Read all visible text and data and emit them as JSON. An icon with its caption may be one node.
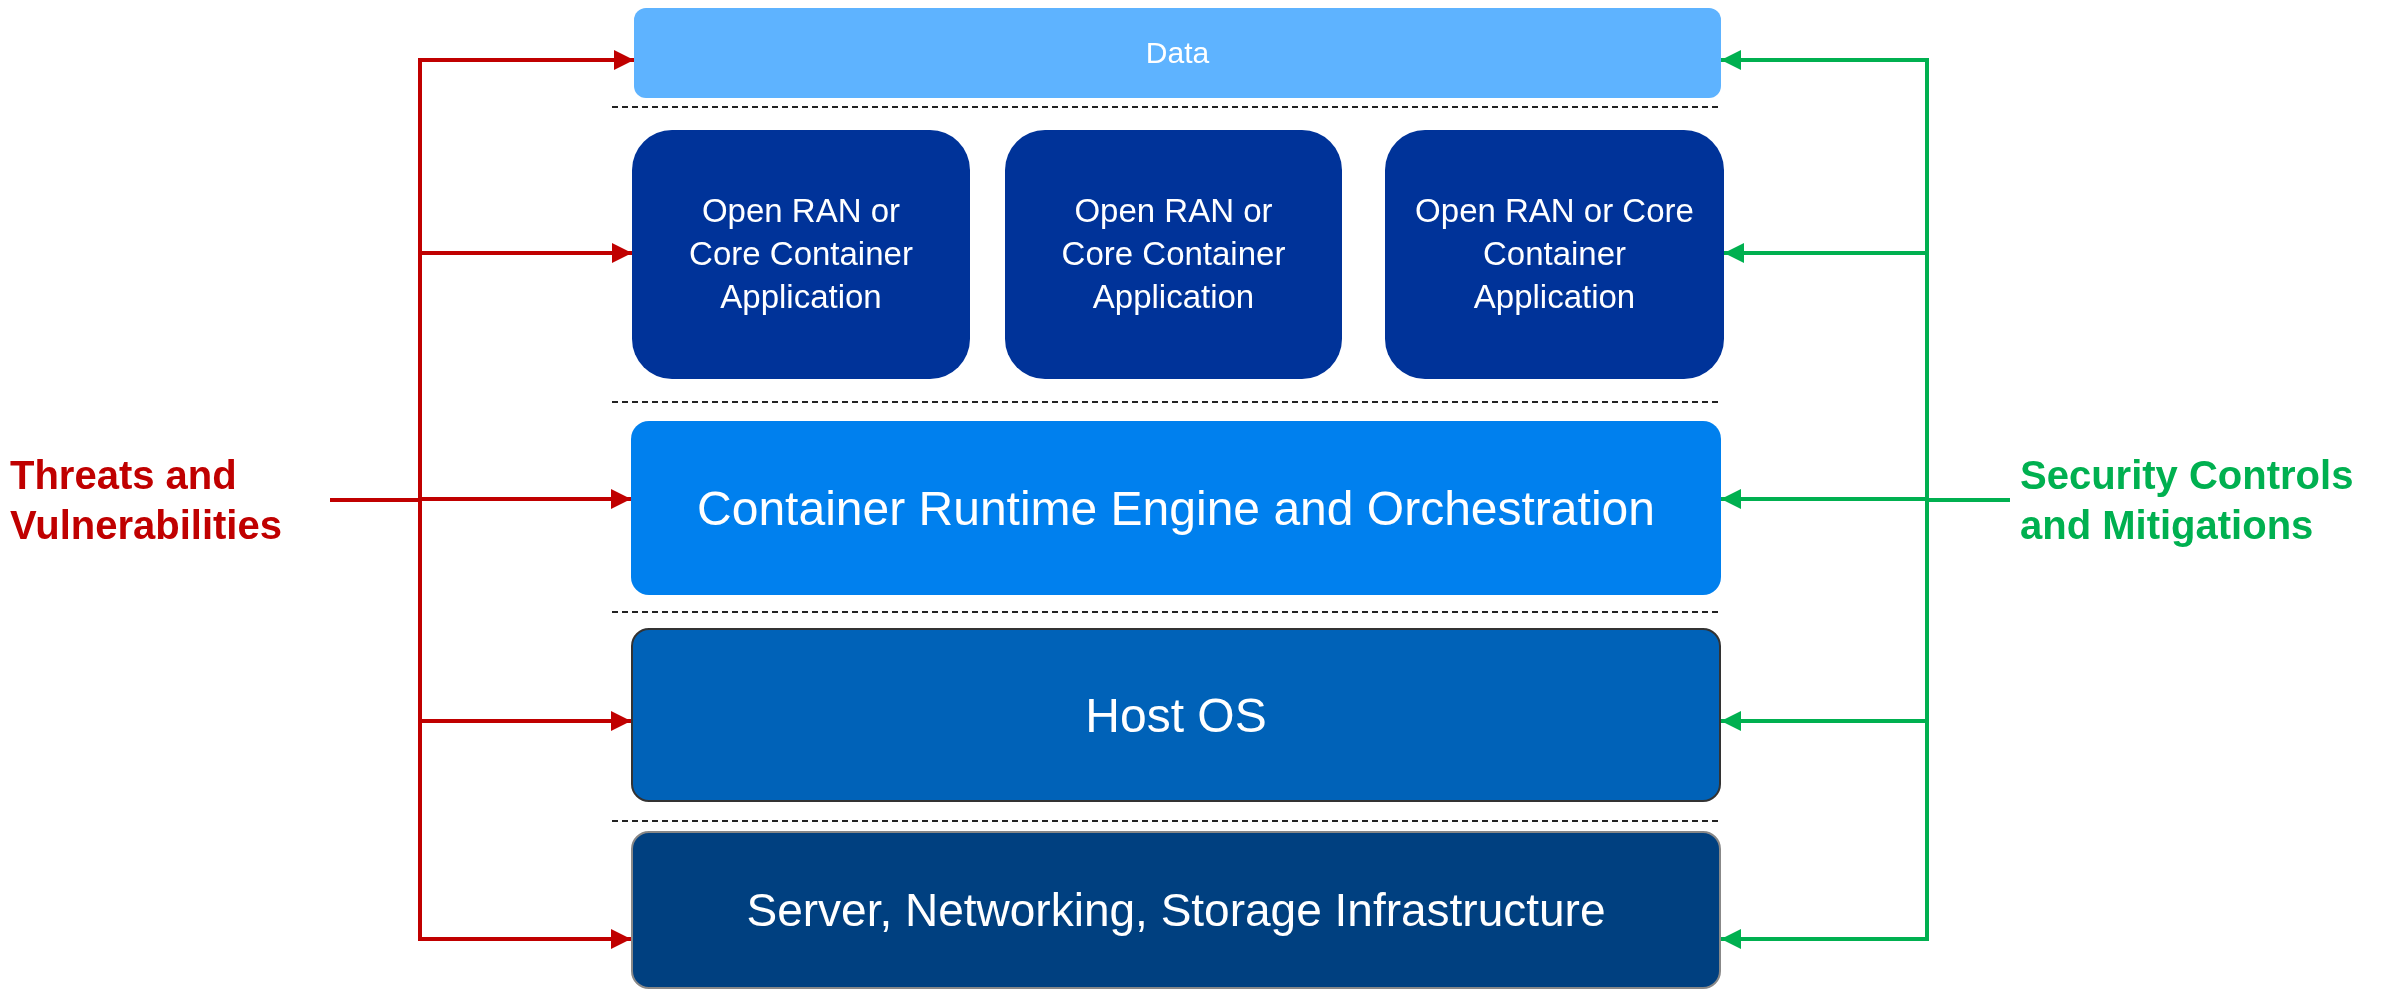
{
  "diagram": {
    "nodes": [
      {
        "text": [
          "Data"
        ]
      },
      {
        "text": [
          "Open RAN or Core Container Application"
        ]
      },
      {
        "text": [
          "Open RAN or Core Container Application"
        ]
      },
      {
        "text": [
          "Open RAN or Core Container Application"
        ]
      },
      {
        "text": [
          "Container Runtime Engine and Orchestration"
        ]
      },
      {
        "text": [
          "Host OS"
        ]
      },
      {
        "text": [
          "Server, Networking, Storage Infrastructure"
        ]
      },
      {
        "text": [
          "Threats and Vulnerabilities"
        ]
      },
      {
        "text": [
          "Security Controls and Mitigations"
        ]
      }
    ],
    "edges": [
      {
        "from": 7,
        "to": 0,
        "arrow": "to",
        "color": "#c00000"
      },
      {
        "from": 7,
        "to": 1,
        "arrow": "to",
        "color": "#c00000"
      },
      {
        "from": 7,
        "to": 4,
        "arrow": "to",
        "color": "#c00000"
      },
      {
        "from": 7,
        "to": 5,
        "arrow": "to",
        "color": "#c00000"
      },
      {
        "from": 7,
        "to": 6,
        "arrow": "to",
        "color": "#c00000"
      },
      {
        "from": 8,
        "to": 0,
        "arrow": "to",
        "color": "#00b050"
      },
      {
        "from": 8,
        "to": 3,
        "arrow": "to",
        "color": "#00b050"
      },
      {
        "from": 8,
        "to": 4,
        "arrow": "to",
        "color": "#00b050"
      },
      {
        "from": 8,
        "to": 5,
        "arrow": "to",
        "color": "#00b050"
      },
      {
        "from": 8,
        "to": 6,
        "arrow": "to",
        "color": "#00b050"
      }
    ]
  }
}
